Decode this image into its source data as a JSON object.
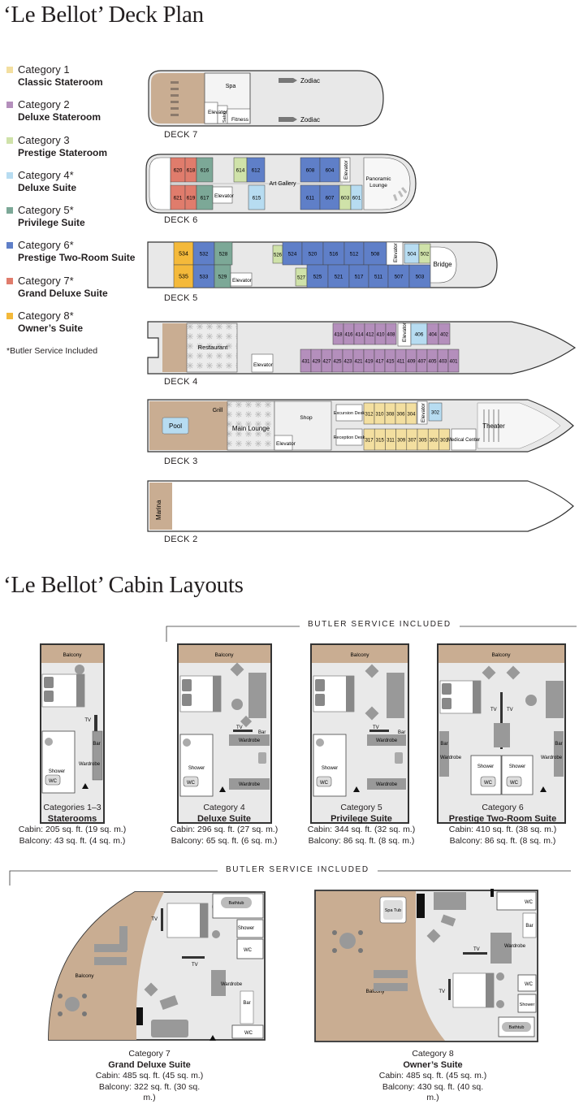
{
  "deck_plan_title": "‘Le Bellot’ Deck Plan",
  "cabin_layouts_title": "‘Le Bellot’ Cabin Layouts",
  "legend": [
    {
      "number": "Category 1",
      "name": "Classic Stateroom",
      "color": "#f3dfa0"
    },
    {
      "number": "Category 2",
      "name": "Deluxe Stateroom",
      "color": "#b48fbc"
    },
    {
      "number": "Category 3",
      "name": "Prestige Stateroom",
      "color": "#cfe2a9"
    },
    {
      "number": "Category 4*",
      "name": "Deluxe Suite",
      "color": "#b7dcf1"
    },
    {
      "number": "Category 5*",
      "name": "Privilege Suite",
      "color": "#7ca897"
    },
    {
      "number": "Category 6*",
      "name": "Prestige Two-Room Suite",
      "color": "#5f7fc8"
    },
    {
      "number": "Category 7*",
      "name": "Grand Deluxe Suite",
      "color": "#e07c6c"
    },
    {
      "number": "Category 8*",
      "name": "Owner’s Suite",
      "color": "#f4b93a"
    }
  ],
  "legend_note": "*Butler Service Included",
  "decks": {
    "deck7": {
      "name": "DECK 7",
      "labels": {
        "spa": "Spa",
        "zodiac_top": "Zodiac",
        "zodiac_bottom": "Zodiac",
        "elevator": "Elevator",
        "salon": "Salon",
        "fitness": "Fitness"
      }
    },
    "deck6": {
      "name": "DECK 6",
      "labels": {
        "art_gallery": "Art Gallery",
        "elevator_a": "Elevator",
        "elevator_b": "Elevator",
        "panoramic_lounge": "Panoramic Lounge"
      },
      "cabins_top": [
        "620",
        "618",
        "616",
        "614",
        "612",
        "608",
        "604"
      ],
      "cabins_bottom": [
        "621",
        "619",
        "617",
        "615",
        "611",
        "607",
        "603",
        "601"
      ]
    },
    "deck5": {
      "name": "DECK 5",
      "labels": {
        "elevator_a": "Elevator",
        "elevator_b": "Elevator",
        "bridge": "Bridge"
      },
      "cabins_top": [
        "534",
        "532",
        "528",
        "526",
        "524",
        "520",
        "516",
        "512",
        "508",
        "504",
        "502"
      ],
      "cabins_bottom": [
        "535",
        "533",
        "529",
        "527",
        "525",
        "521",
        "517",
        "511",
        "507",
        "503"
      ]
    },
    "deck4": {
      "name": "DECK 4",
      "labels": {
        "restaurant": "Restaurant",
        "elevator_a": "Elevator",
        "elevator_b": "Elevator"
      },
      "cabins_top": [
        "418",
        "416",
        "414",
        "412",
        "410",
        "408",
        "406",
        "404",
        "402"
      ],
      "cabins_bottom": [
        "431",
        "429",
        "427",
        "425",
        "423",
        "421",
        "419",
        "417",
        "415",
        "411",
        "409",
        "407",
        "405",
        "403",
        "401"
      ]
    },
    "deck3": {
      "name": "DECK 3",
      "labels": {
        "grill": "Grill",
        "pool": "Pool",
        "main_lounge": "Main Lounge",
        "shop": "Shop",
        "elevator_a": "Elevator",
        "elevator_b": "Elevator",
        "excursion_desk": "Excursion Desk",
        "reception_desk": "Reception Desk",
        "medical_center": "Medical Center",
        "theater": "Theater"
      },
      "cabins_top": [
        "312",
        "310",
        "308",
        "306",
        "304",
        "302"
      ],
      "cabins_bottom": [
        "317",
        "315",
        "311",
        "309",
        "307",
        "305",
        "303",
        "301"
      ]
    },
    "deck2": {
      "name": "DECK 2",
      "labels": {
        "marina": "Marina"
      }
    }
  },
  "butler_banner": "BUTLER SERVICE INCLUDED",
  "room_labels": {
    "balcony": "Balcony",
    "tv": "TV",
    "bar": "Bar",
    "wardrobe": "Wardrobe",
    "shower": "Shower",
    "wc": "WC",
    "bathtub": "Bathtub",
    "spa_tub": "Spa Tub"
  },
  "layouts": [
    {
      "category": "Categories 1–3",
      "name": "Staterooms",
      "cabin": "Cabin: 205 sq. ft. (19 sq. m.)",
      "balcony": "Balcony: 43 sq. ft. (4 sq. m.)"
    },
    {
      "category": "Category 4",
      "name": "Deluxe Suite",
      "cabin": "Cabin: 296 sq. ft. (27 sq. m.)",
      "balcony": "Balcony: 65 sq. ft. (6 sq. m.)"
    },
    {
      "category": "Category 5",
      "name": "Privilege Suite",
      "cabin": "Cabin: 344 sq. ft. (32 sq. m.)",
      "balcony": "Balcony: 86 sq. ft. (8 sq. m.)"
    },
    {
      "category": "Category 6",
      "name": "Prestige Two-Room Suite",
      "cabin": "Cabin: 410 sq. ft. (38 sq. m.)",
      "balcony": "Balcony: 86 sq. ft. (8 sq. m.)"
    },
    {
      "category": "Category 7",
      "name": "Grand Deluxe Suite",
      "cabin": "Cabin: 485 sq. ft. (45 sq. m.)",
      "balcony": "Balcony: 322 sq. ft. (30 sq. m.)"
    },
    {
      "category": "Category 8",
      "name": "Owner’s Suite",
      "cabin": "Cabin: 485 sq. ft. (45 sq. m.)",
      "balcony": "Balcony: 430 sq. ft. (40 sq. m.)"
    }
  ]
}
